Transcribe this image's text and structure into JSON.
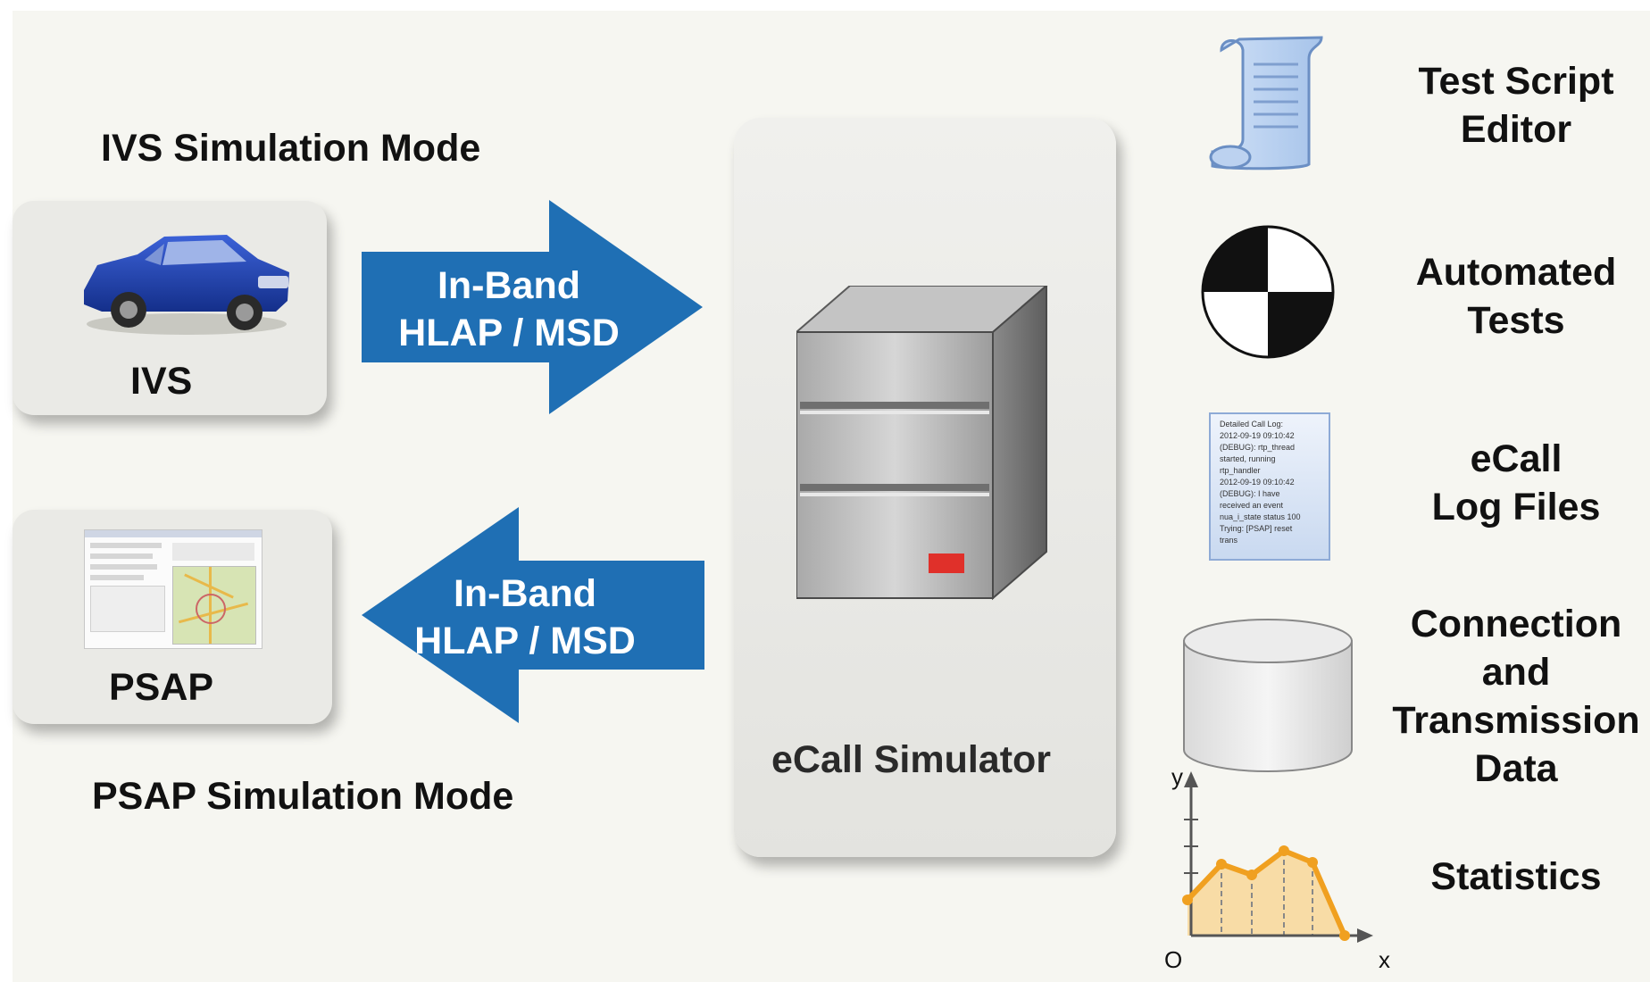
{
  "left": {
    "ivs_mode_title": "IVS Simulation Mode",
    "ivs_label": "IVS",
    "psap_label": "PSAP",
    "psap_mode_title": "PSAP Simulation Mode"
  },
  "arrows": {
    "top": {
      "line1": "In-Band",
      "line2": "HLAP / MSD"
    },
    "bottom": {
      "line1": "In-Band",
      "line2": "HLAP / MSD"
    }
  },
  "center": {
    "simulator_label": "eCall Simulator"
  },
  "features": {
    "test_script": {
      "line1": "Test Script",
      "line2": "Editor"
    },
    "automated_tests": {
      "line1": "Automated",
      "line2": "Tests"
    },
    "log_files": {
      "line1": "eCall",
      "line2": "Log Files"
    },
    "connection": {
      "line1": "Connection",
      "line2": "and",
      "line3": "Transmission",
      "line4": "Data"
    },
    "statistics": {
      "line1": "Statistics"
    }
  },
  "log_doc": {
    "lines": [
      "Detailed Call Log:",
      "2012-09-19 09:10:42",
      "(DEBUG): rtp_thread",
      "started, running",
      "rtp_handler",
      "2012-09-19 09:10:42",
      "(DEBUG): I have",
      "received an event",
      "nua_i_state status 100",
      "Trying: [PSAP] reset",
      "trans"
    ]
  },
  "stats_chart": {
    "y_axis_label": "y",
    "x_axis_label": "x",
    "origin_label": "O"
  },
  "colors": {
    "arrow_blue": "#1f6fb4",
    "panel_gray": "#eaeae6",
    "car_blue": "#1d3fa8",
    "server_indicator": "#e0302a",
    "chart_orange": "#f0a020"
  }
}
